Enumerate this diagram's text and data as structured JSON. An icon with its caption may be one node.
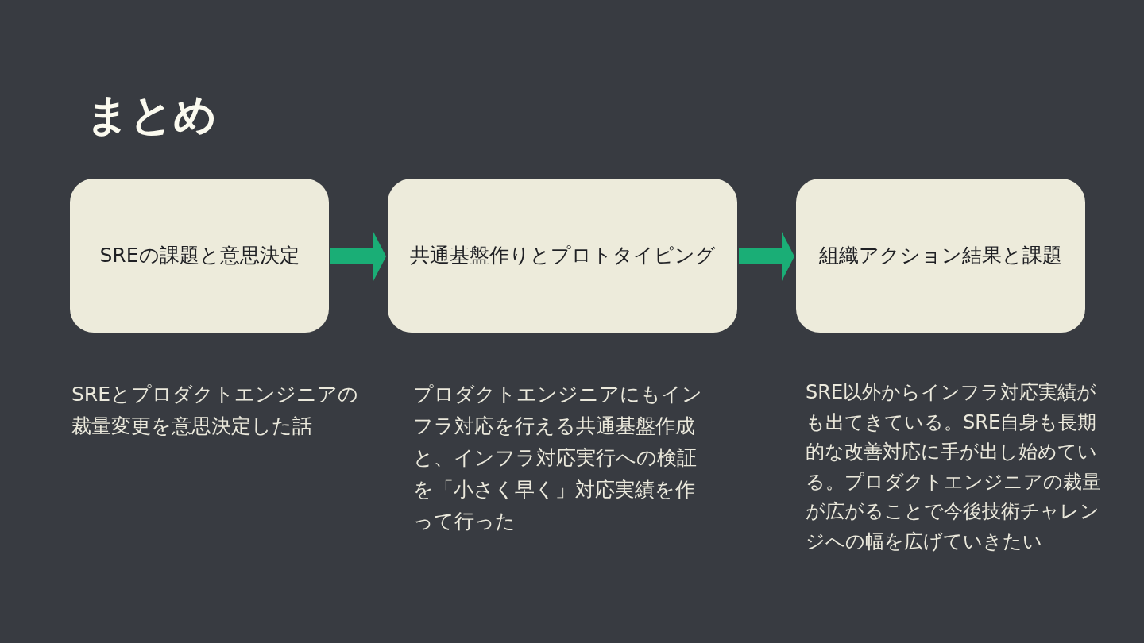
{
  "diagram": {
    "title": "まとめ",
    "nodes": [
      {
        "text": [
          "SREの課題と意思決定"
        ],
        "beside": [
          "SREとプロダクトエンジニアの裁量変更を意思決定した話"
        ]
      },
      {
        "text": [
          "共通基盤作りとプロトタイピング"
        ],
        "beside": [
          "プロダクトエンジニアにもインフラ対応を行える共通基盤作成と、インフラ対応実行への検証を「小さく早く」対応実績を作って行った"
        ]
      },
      {
        "text": [
          "組織アクション結果と課題"
        ],
        "beside": [
          "SRE以外からインフラ対応実績がも出てきている。SRE自身も長期的な改善対応に手が出し始めている。プロダクトエンジニアの裁量が広がることで今後技術チャレンジへの幅を広げていきたい"
        ]
      }
    ],
    "edges": [
      {
        "from": 0,
        "to": 1,
        "arrow": "to"
      },
      {
        "from": 1,
        "to": 2,
        "arrow": "to"
      }
    ]
  }
}
